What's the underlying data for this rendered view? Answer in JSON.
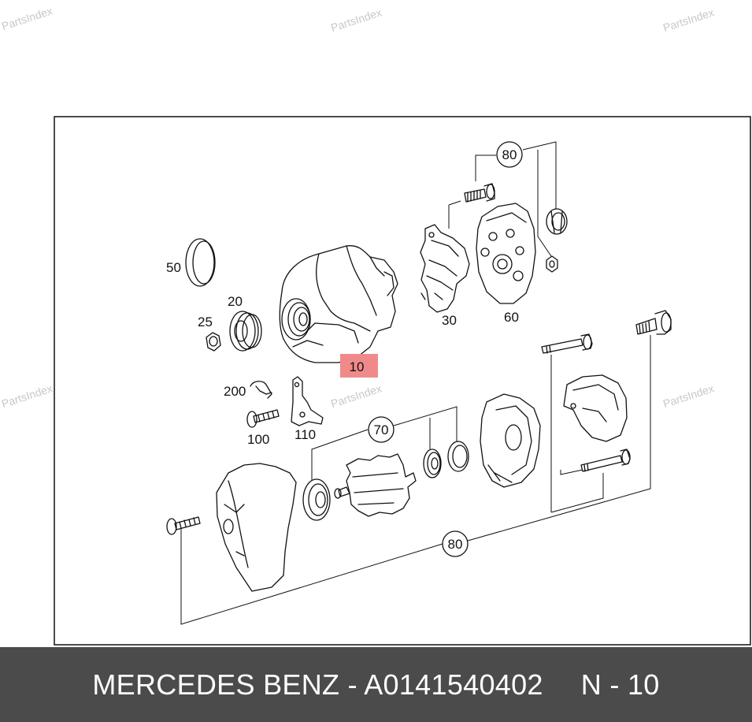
{
  "watermark": "PartsIndex",
  "callouts": {
    "c10": "10",
    "c20": "20",
    "c25": "25",
    "c30": "30",
    "c50": "50",
    "c60": "60",
    "c70": "70",
    "c80_top": "80",
    "c80_bottom": "80",
    "c100": "100",
    "c110": "110",
    "c200": "200"
  },
  "highlight_color": "#f08a8a",
  "footer": {
    "title": "MERCEDES BENZ - A0141540402",
    "position": "N - 10"
  }
}
